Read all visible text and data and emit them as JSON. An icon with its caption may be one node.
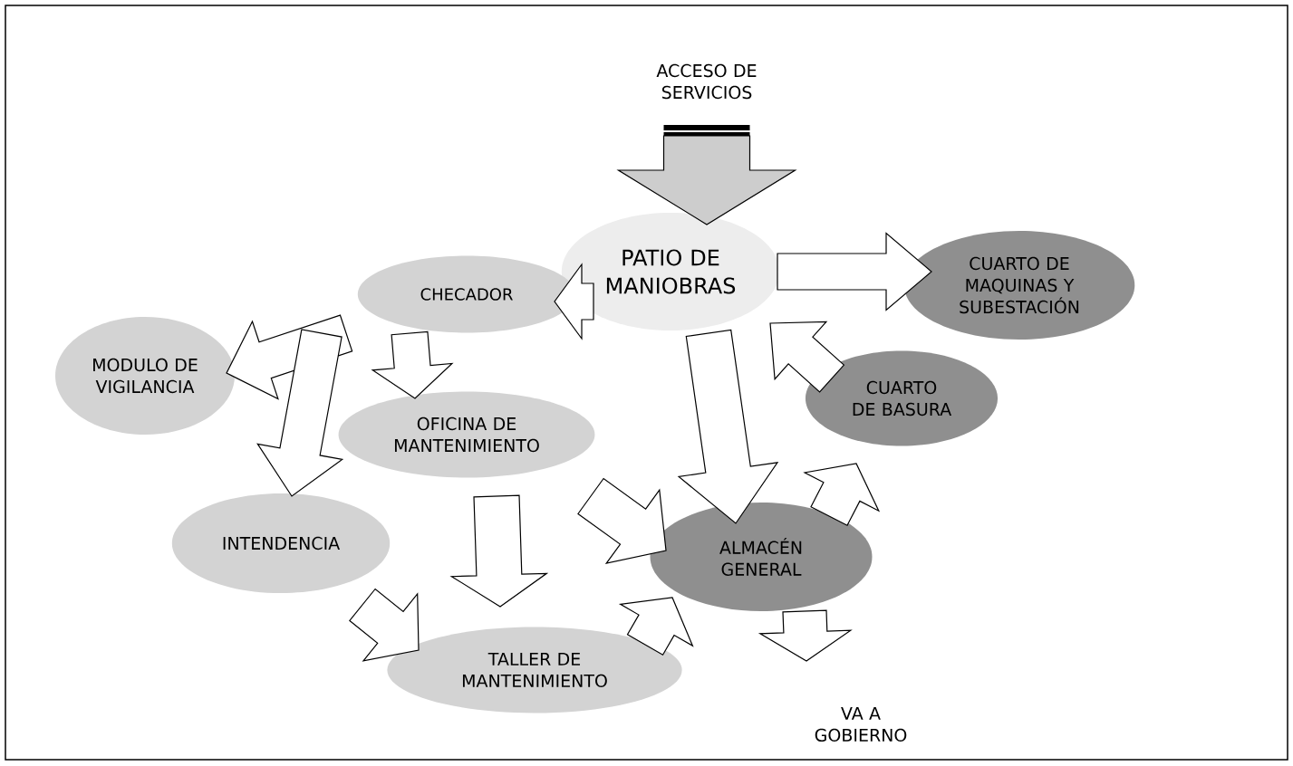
{
  "diagram": {
    "nodes": [
      {
        "text": [
          "ACCESO DE SERVICIOS"
        ]
      },
      {
        "text": [
          "PATIO DE MANIOBRAS"
        ]
      },
      {
        "text": [
          "CHECADOR"
        ]
      },
      {
        "text": [
          "CUARTO DE MAQUINAS Y SUBESTACIÓN"
        ]
      },
      {
        "text": [
          "MODULO DE VIGILANCIA"
        ]
      },
      {
        "text": [
          "CUARTO DE BASURA"
        ]
      },
      {
        "text": [
          "OFICINA DE MANTENIMIENTO"
        ]
      },
      {
        "text": [
          "INTENDENCIA"
        ]
      },
      {
        "text": [
          "ALMACÉN GENERAL"
        ]
      },
      {
        "text": [
          "TALLER DE MANTENIMIENTO"
        ]
      },
      {
        "text": [
          "VA A GOBIERNO"
        ]
      }
    ],
    "edges": [
      {
        "from": 0,
        "to": 1,
        "arrow": "to"
      },
      {
        "from": 1,
        "to": 2,
        "arrow": "to"
      },
      {
        "from": 1,
        "to": 3,
        "arrow": "to"
      },
      {
        "from": 1,
        "to": 8,
        "arrow": "to"
      },
      {
        "from": 5,
        "to": 1,
        "arrow": "to"
      },
      {
        "from": 2,
        "to": 4,
        "arrow": "to"
      },
      {
        "from": 2,
        "to": 7,
        "arrow": "to"
      },
      {
        "from": 2,
        "to": 6,
        "arrow": "to"
      },
      {
        "from": 6,
        "to": 8,
        "arrow": "to"
      },
      {
        "from": 6,
        "to": 9,
        "arrow": "to"
      },
      {
        "from": 7,
        "to": 9,
        "arrow": "to"
      },
      {
        "from": 9,
        "to": 8,
        "arrow": "to"
      },
      {
        "from": 8,
        "to": 5,
        "arrow": "to"
      },
      {
        "from": 8,
        "to": 10,
        "arrow": "to"
      }
    ]
  }
}
